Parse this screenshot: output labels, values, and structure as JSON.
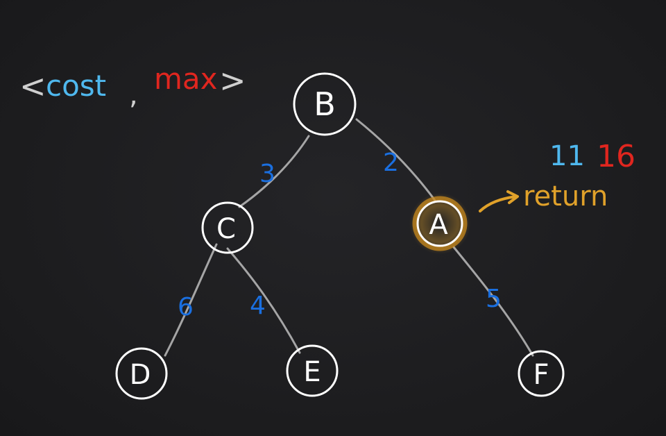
{
  "legend": {
    "open_bracket": "<",
    "cost_label": "cost",
    "separator": ",",
    "max_label": "max",
    "close_bracket": ">"
  },
  "colors": {
    "background": "#1e1e20",
    "node_stroke": "#ffffff",
    "edge_stroke": "#bdbdbd",
    "weight_blue": "#1a6fe0",
    "cost_cyan": "#4fb8ee",
    "max_red": "#e0261f",
    "return_orange": "#e0a12a",
    "bracket_gray": "#cfcfcf"
  },
  "nodes": [
    {
      "id": "B",
      "label": "B"
    },
    {
      "id": "C",
      "label": "C"
    },
    {
      "id": "A",
      "label": "A",
      "highlighted": true
    },
    {
      "id": "D",
      "label": "D"
    },
    {
      "id": "E",
      "label": "E"
    },
    {
      "id": "F",
      "label": "F"
    }
  ],
  "edges": [
    {
      "from": "B",
      "to": "C",
      "weight": "3"
    },
    {
      "from": "B",
      "to": "A",
      "weight": "2"
    },
    {
      "from": "C",
      "to": "D",
      "weight": "6"
    },
    {
      "from": "C",
      "to": "E",
      "weight": "4"
    },
    {
      "from": "A",
      "to": "F",
      "weight": "5"
    }
  ],
  "annotation": {
    "cost_value": "11",
    "max_value": "16",
    "return_text": "return"
  }
}
